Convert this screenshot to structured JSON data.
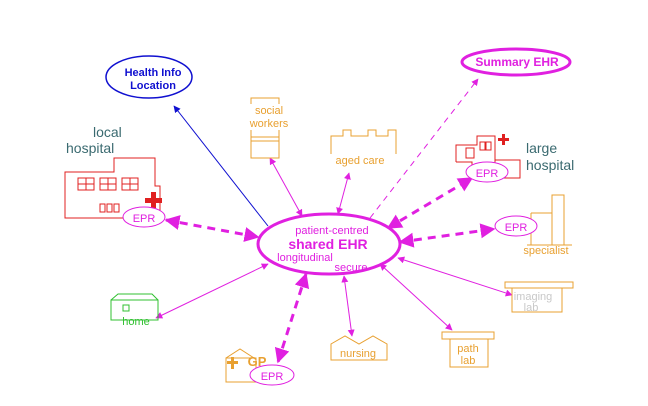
{
  "colors": {
    "magenta": "#e020e0",
    "blue": "#1010d0",
    "orange": "#e8a030",
    "red": "#e02020",
    "teal": "#3a6a70",
    "green": "#30c030",
    "gray": "#c8c8c8"
  },
  "center": {
    "line1": "patient-centred",
    "title": "shared EHR",
    "line3": "longitudinal",
    "line4": "secure"
  },
  "health_info": {
    "line1": "Health Info",
    "line2": "Location"
  },
  "summary_ehr": {
    "label": "Summary EHR"
  },
  "local_hospital": {
    "line1": "local",
    "line2": "hospital",
    "epr": "EPR"
  },
  "large_hospital": {
    "line1": "large",
    "line2": "hospital",
    "epr": "EPR"
  },
  "social_workers": {
    "line1": "social",
    "line2": "workers"
  },
  "aged_care": {
    "label": "aged care"
  },
  "specialist": {
    "label": "specialist",
    "epr": "EPR"
  },
  "imaging_lab": {
    "line1": "imaging",
    "line2": "lab"
  },
  "path_lab": {
    "line1": "path",
    "line2": "lab"
  },
  "nursing": {
    "label": "nursing"
  },
  "gp": {
    "label": "GP",
    "epr": "EPR"
  },
  "home": {
    "label": "home"
  }
}
